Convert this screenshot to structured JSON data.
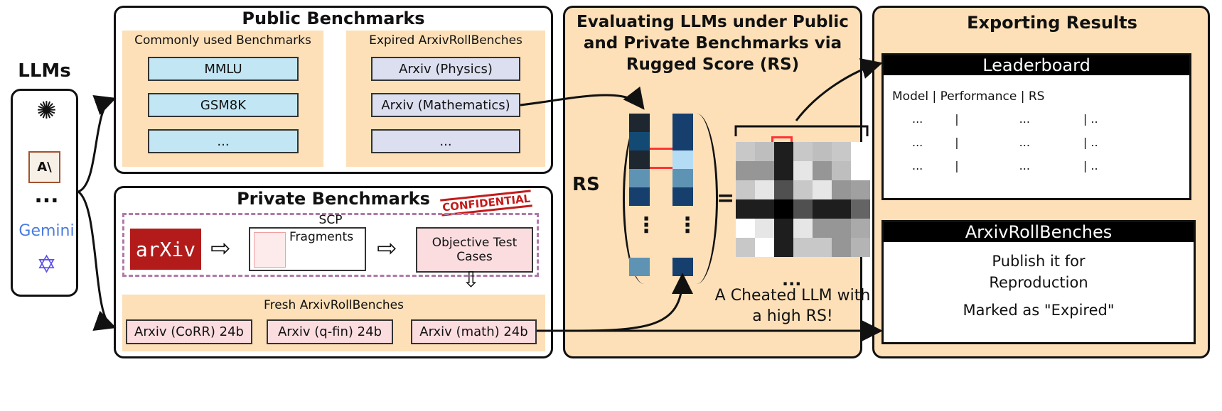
{
  "llms": {
    "label": "LLMs",
    "icons": [
      "openai-icon",
      "anthropic-icon",
      "ellipsis",
      "gemini-icon",
      "qwen-icon"
    ],
    "anthropic_text": "A\\",
    "ellipsis": "...",
    "gemini_text": "Gemini"
  },
  "public": {
    "title": "Public Benchmarks",
    "common": {
      "title": "Commonly used Benchmarks",
      "items": [
        "MMLU",
        "GSM8K",
        "..."
      ]
    },
    "expired": {
      "title": "Expired ArxivRollBenches",
      "items": [
        "Arxiv (Physics)",
        "Arxiv (Mathematics)",
        "..."
      ]
    }
  },
  "private": {
    "title": "Private Benchmarks",
    "stamp": "CONFIDENTIAL",
    "scp_label": "SCP",
    "arxiv_logo": "arXiv",
    "fragments": "Fragments",
    "objective": "Objective Test Cases",
    "fresh": {
      "title": "Fresh ArxivRollBenches",
      "items": [
        "Arxiv (CoRR) 24b",
        "Arxiv (q-fin) 24b",
        "Arxiv (math) 24b"
      ]
    }
  },
  "evaluate": {
    "title": "Evaluating LLMs under Public and Private Benchmarks via Rugged Score (RS)",
    "rs_label": "RS",
    "equals": "=",
    "vdots": "⋮",
    "hdots": "...",
    "annotation": "A Cheated LLM with a high RS!"
  },
  "export": {
    "title": "Exporting Results",
    "leaderboard": {
      "title": "Leaderboard",
      "header": "Model | Performance | RS",
      "rows": [
        "...",
        "...",
        "..."
      ]
    },
    "arxivroll": {
      "title": "ArxivRollBenches",
      "line1": "Publish it for Reproduction",
      "line2": "Marked as \"Expired\""
    }
  },
  "colors": {
    "panel_fill": "#fde0b8",
    "public_item": "#c3e6f5",
    "expired_item": "#dcdff0",
    "private_item": "#fbdde0",
    "highlight": "#ff3333",
    "arxiv_red": "#b31b1b"
  }
}
